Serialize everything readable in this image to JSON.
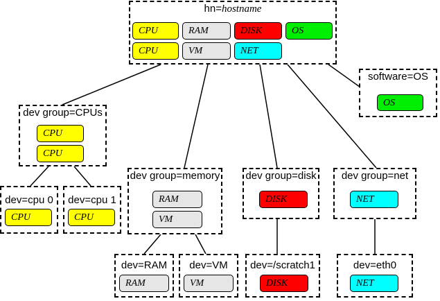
{
  "colors": {
    "cpu": "#ffff00",
    "ram": "#e6e6e6",
    "disk": "#ff0000",
    "os": "#00ee00",
    "net": "#00ffff",
    "border": "#000000"
  },
  "nodes": {
    "host": {
      "label_prefix": "hn=",
      "label_value": "hostname",
      "chips": [
        "CPU",
        "RAM",
        "DISK",
        "OS",
        "CPU",
        "VM",
        "NET"
      ]
    },
    "software": {
      "label": "software=OS",
      "chips": [
        "OS"
      ]
    },
    "cpus": {
      "label": "dev group=CPUs",
      "chips": [
        "CPU",
        "CPU"
      ]
    },
    "memory": {
      "label": "dev group=memory",
      "chips": [
        "RAM",
        "VM"
      ]
    },
    "disk": {
      "label": "dev group=disk",
      "chips": [
        "DISK"
      ]
    },
    "net": {
      "label": "dev group=net",
      "chips": [
        "NET"
      ]
    },
    "cpu0": {
      "label": "dev=cpu 0",
      "chips": [
        "CPU"
      ]
    },
    "cpu1": {
      "label": "dev=cpu 1",
      "chips": [
        "CPU"
      ]
    },
    "ram": {
      "label": "dev=RAM",
      "chips": [
        "RAM"
      ]
    },
    "vm": {
      "label": "dev=VM",
      "chips": [
        "VM"
      ]
    },
    "scratch": {
      "label": "dev=/scratch1",
      "chips": [
        "DISK"
      ]
    },
    "eth0": {
      "label": "dev=eth0",
      "chips": [
        "NET"
      ]
    }
  }
}
